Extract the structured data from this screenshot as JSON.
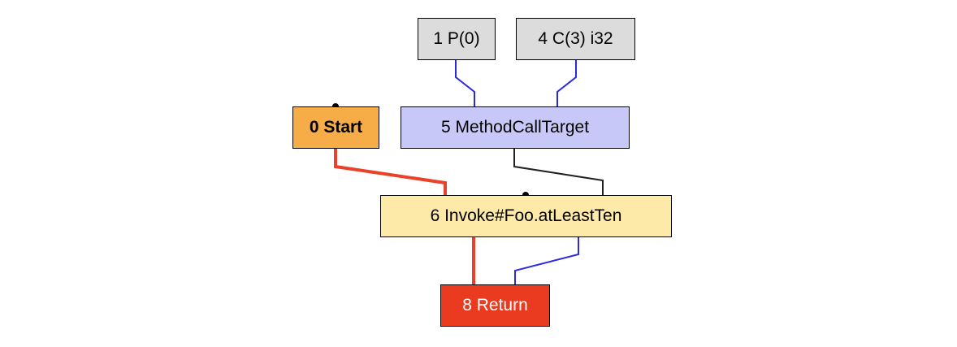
{
  "graph": {
    "nodes": {
      "param": {
        "label": "1 P(0)",
        "color": "#dcdcdc"
      },
      "const": {
        "label": "4 C(3) i32",
        "color": "#dcdcdc"
      },
      "start": {
        "label": "0 Start",
        "color": "#f7ad47"
      },
      "target": {
        "label": "5 MethodCallTarget",
        "color": "#c8c8f8"
      },
      "invoke": {
        "label": "6 Invoke#Foo.atLeastTen",
        "color": "#fdeaa8"
      },
      "ret": {
        "label": "8 Return",
        "color": "#ea3a1f",
        "text_color": "#ffffff"
      }
    },
    "edges": [
      {
        "from": "param",
        "to": "target",
        "kind": "data",
        "color": "#2a2ae0"
      },
      {
        "from": "const",
        "to": "target",
        "kind": "data",
        "color": "#2a2ae0"
      },
      {
        "from": "start",
        "to": "invoke",
        "kind": "control",
        "color": "#e9412a"
      },
      {
        "from": "target",
        "to": "invoke",
        "kind": "input",
        "color": "#222222"
      },
      {
        "from": "invoke",
        "to": "ret",
        "kind": "control",
        "color": "#e9412a"
      },
      {
        "from": "invoke",
        "to": "ret",
        "kind": "data",
        "color": "#2a2ae0"
      }
    ]
  }
}
